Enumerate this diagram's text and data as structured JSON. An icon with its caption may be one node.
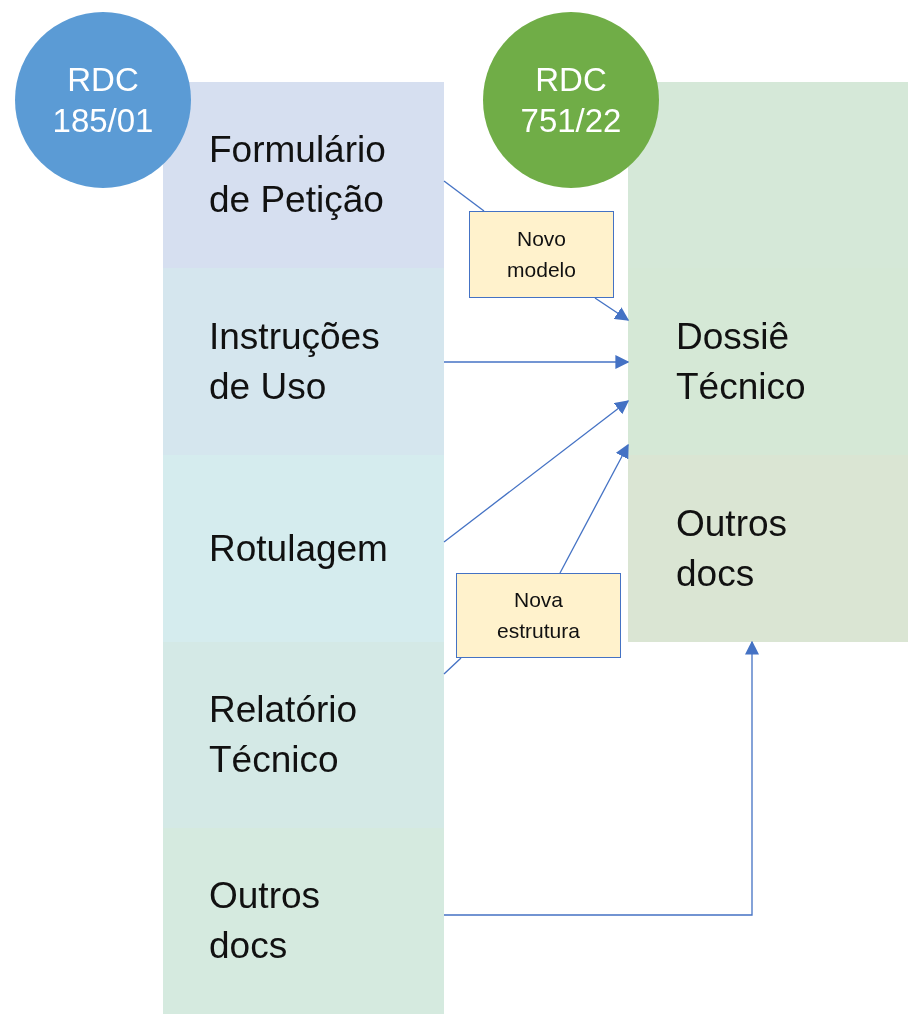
{
  "diagram": {
    "nodes": [
      {
        "text": [
          "RDC 185/01"
        ]
      },
      {
        "text": [
          "Formulário de Petição"
        ]
      },
      {
        "text": [
          "Instruções de Uso"
        ]
      },
      {
        "text": [
          "Rotulagem"
        ]
      },
      {
        "text": [
          "Relatório Técnico"
        ]
      },
      {
        "text": [
          "Outros docs"
        ]
      },
      {
        "text": [
          "RDC 751/22"
        ]
      },
      {
        "text": [],
        "shape": "box"
      },
      {
        "text": [
          "Dossiê Técnico"
        ]
      },
      {
        "text": [
          "Outros docs"
        ]
      },
      {
        "text": [
          "Novo modelo"
        ]
      },
      {
        "text": [
          "Nova estrutura"
        ]
      }
    ],
    "edges": [
      {
        "from": 1,
        "to": 10,
        "arrow": "none"
      },
      {
        "from": 10,
        "to": 8,
        "arrow": "to"
      },
      {
        "from": 2,
        "to": 8,
        "arrow": "to"
      },
      {
        "from": 3,
        "to": 8,
        "arrow": "to"
      },
      {
        "from": 4,
        "to": 11,
        "arrow": "none"
      },
      {
        "from": 11,
        "to": 8,
        "arrow": "to"
      },
      {
        "from": 5,
        "to": 9,
        "arrow": "to"
      }
    ]
  }
}
